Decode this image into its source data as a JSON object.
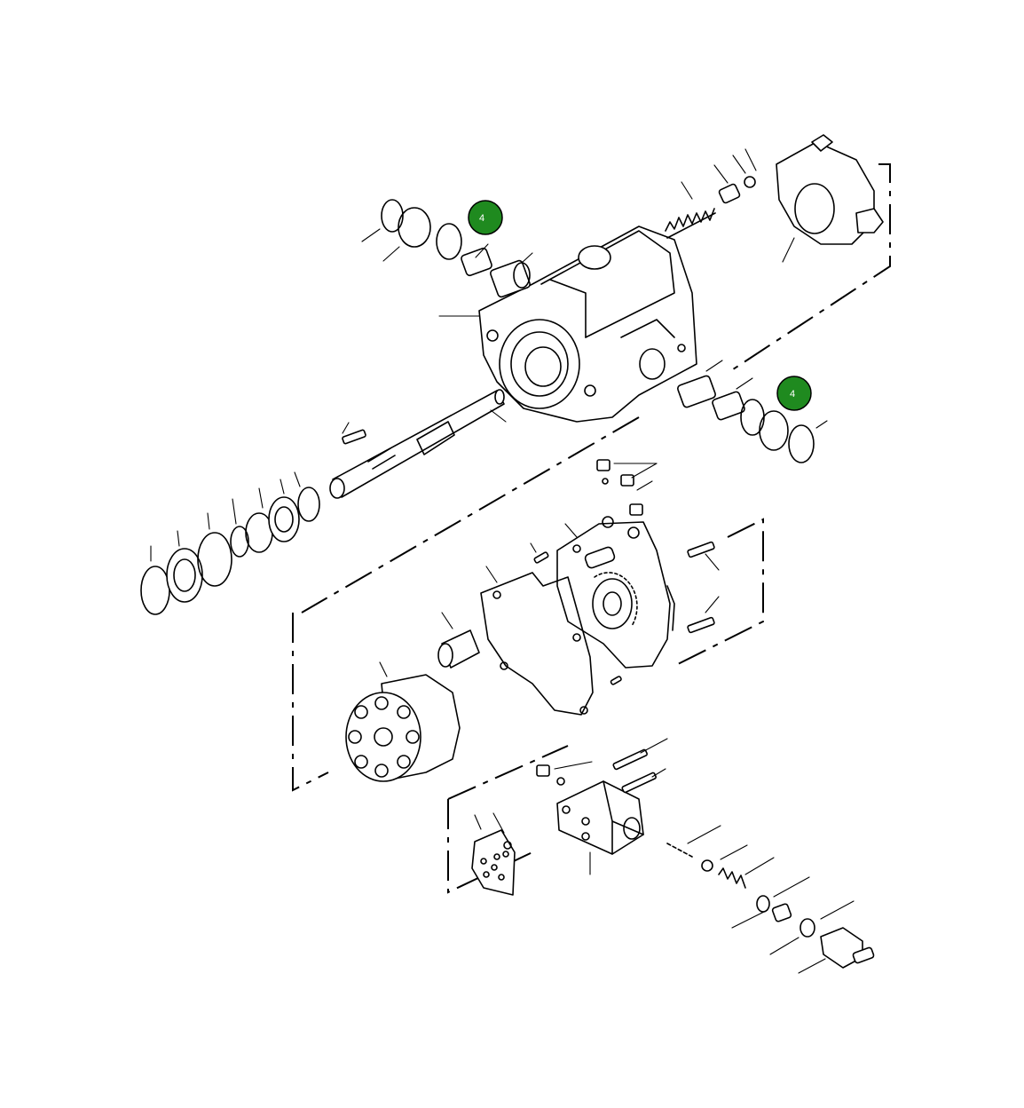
{
  "callouts": [
    {
      "id": "callout-1",
      "label": "4",
      "color": "#1f8a1f"
    },
    {
      "id": "callout-2",
      "label": "4",
      "color": "#1f8a1f"
    }
  ]
}
